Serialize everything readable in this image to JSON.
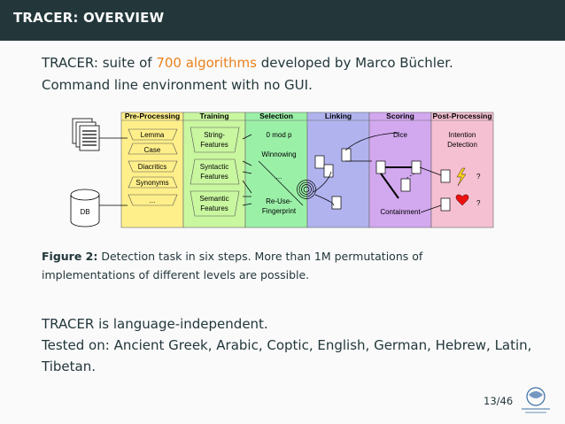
{
  "header": {
    "title": "TRACER: OVERVIEW"
  },
  "intro": {
    "line1_prefix": "TRACER: suite of ",
    "line1_highlight": "700 algorithms",
    "line1_suffix": " developed by Marco Büchler.",
    "line2": "Command line environment with no GUI."
  },
  "figure": {
    "columns": [
      {
        "header": "Pre-Processing",
        "color": "#ffef8a",
        "items": [
          "Lemma",
          "Case",
          "Diacritics",
          "Synonyms",
          "..."
        ]
      },
      {
        "header": "Training",
        "color": "#c9f7a0",
        "items": [
          "String-",
          "Features",
          "Syntactic",
          "Features",
          "Semantic",
          "Features"
        ]
      },
      {
        "header": "Selection",
        "color": "#9bf0a8",
        "items": [
          "0 mod p",
          "Winnowing",
          "...",
          "Re-Use-",
          "Fingerprint"
        ]
      },
      {
        "header": "Linking",
        "color": "#b1b3ef",
        "items": []
      },
      {
        "header": "Scoring",
        "color": "#d2a8ef",
        "items": [
          "Dice",
          "Containment"
        ]
      },
      {
        "header": "Post-Processing",
        "color": "#f5c0d2",
        "items": [
          "Intention",
          "Detection",
          "?",
          "?"
        ]
      }
    ],
    "db_label": "DB"
  },
  "caption": {
    "label": "Figure 2:",
    "text": " Detection task in six steps. More than 1M permutations of implementations of different levels are possible."
  },
  "body": {
    "line1": "TRACER is language-independent.",
    "line2": "Tested on: Ancient Greek, Arabic, Coptic, English, German, Hebrew, Latin,",
    "line3": "Tibetan."
  },
  "footer": {
    "page": "13/46"
  },
  "colors": {
    "header_bg": "#23373b",
    "accent": "#eb811b",
    "background": "#fafafa"
  }
}
